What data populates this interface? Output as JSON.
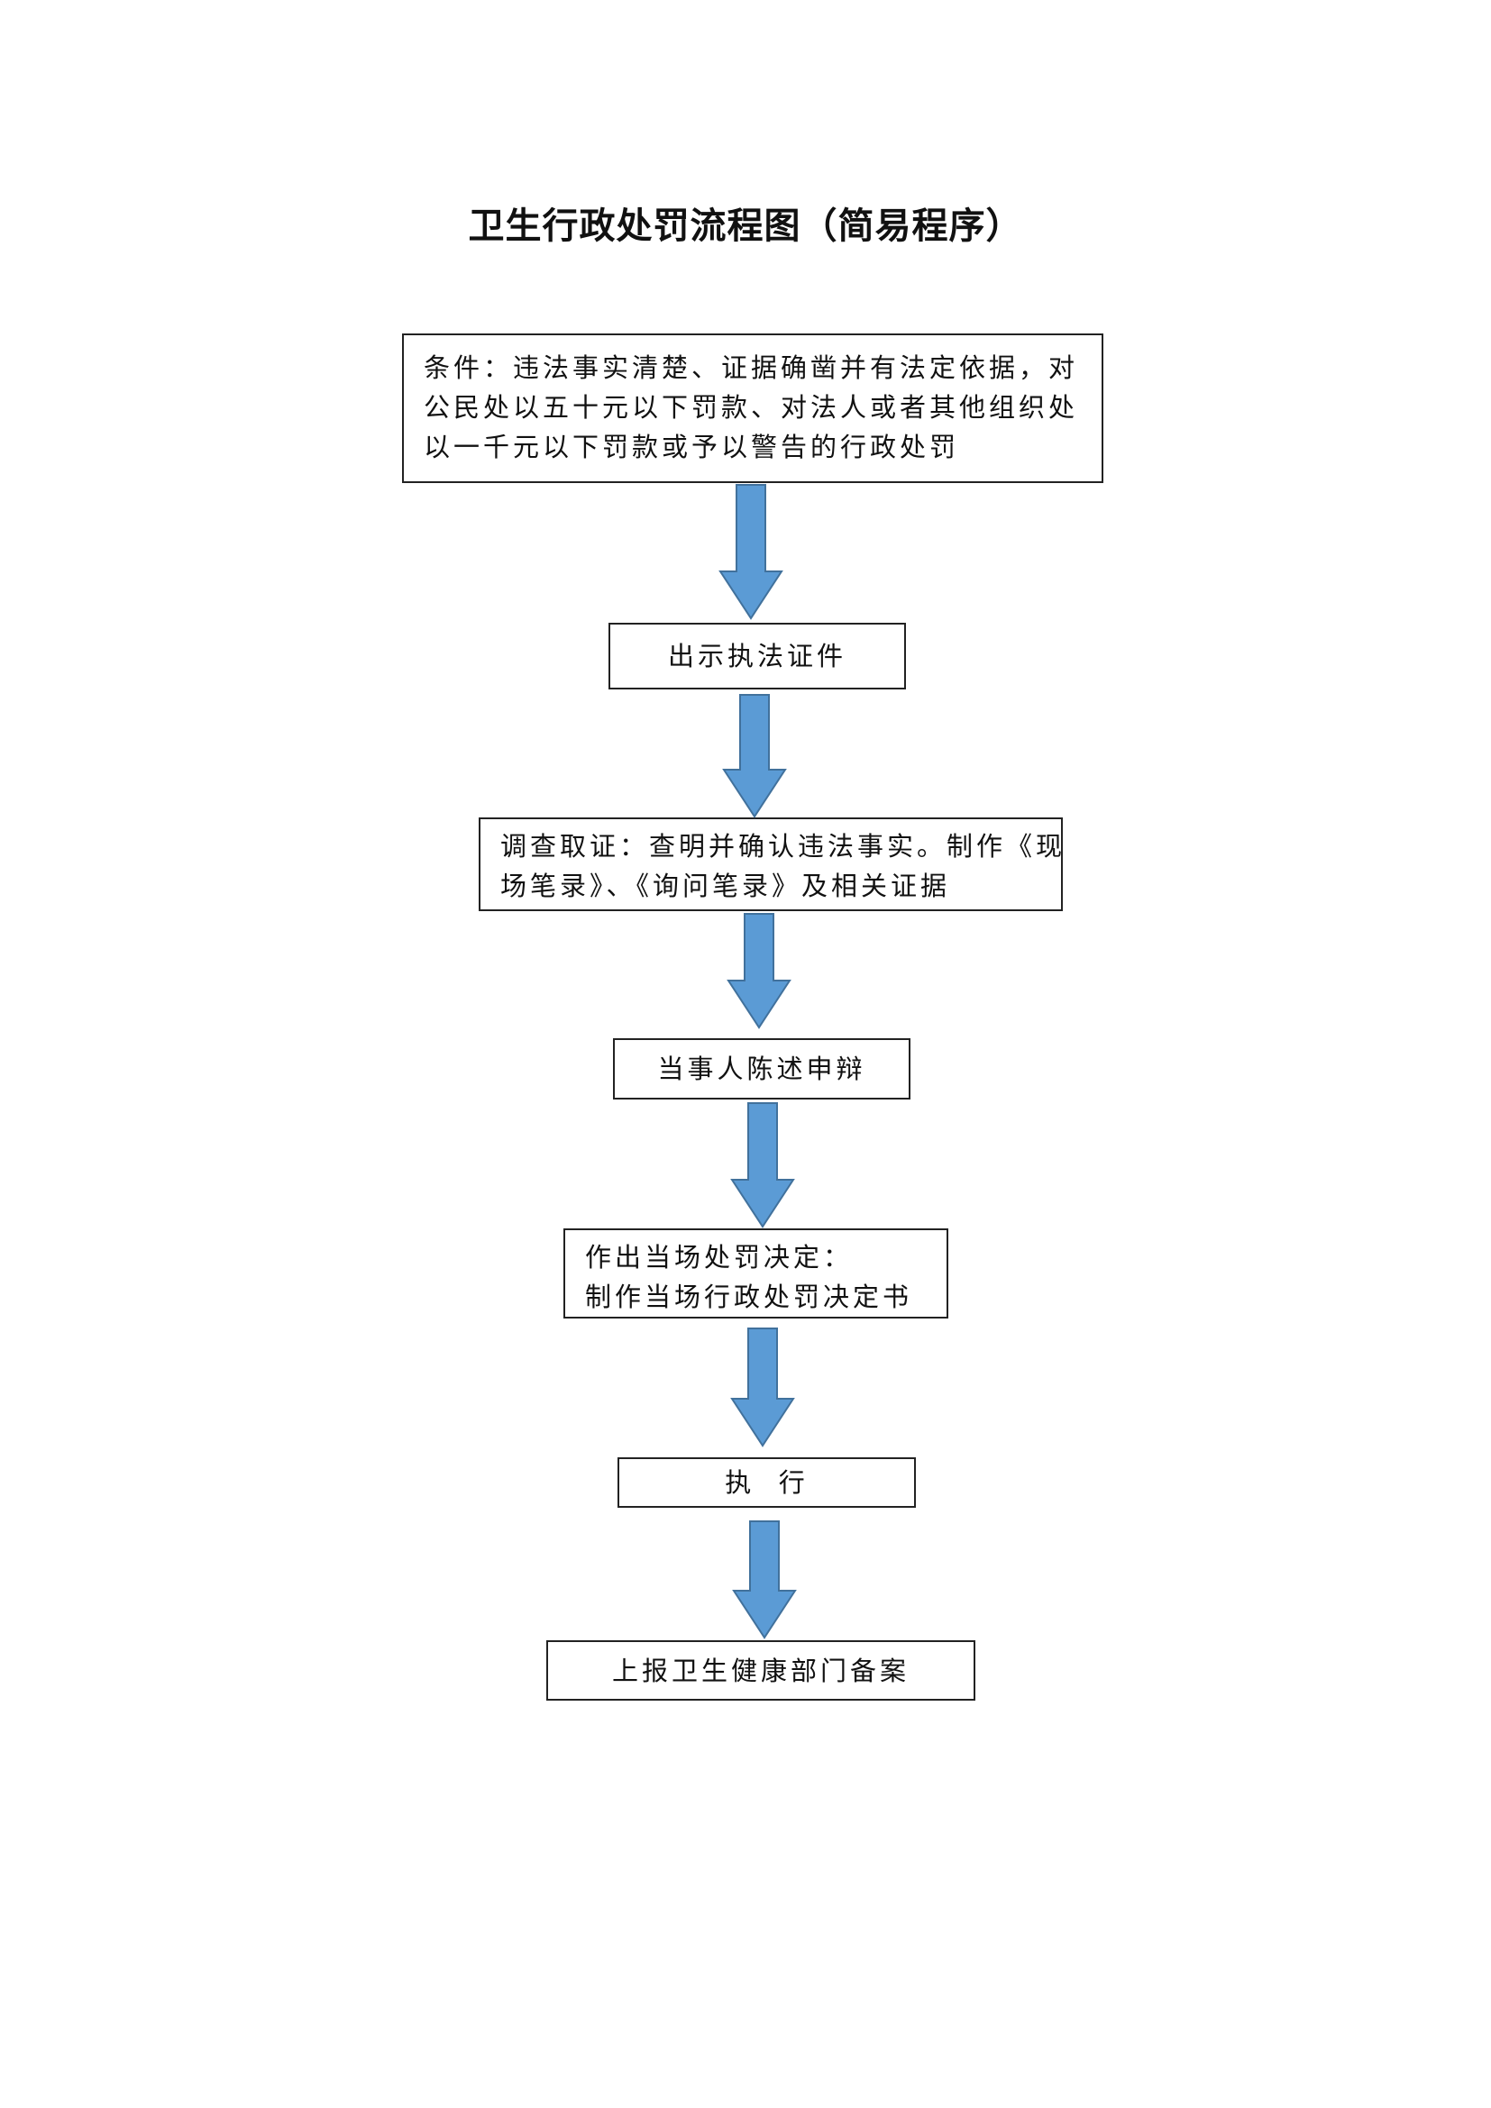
{
  "title": "卫生行政处罚流程图（简易程序）",
  "colors": {
    "arrow_fill": "#5b9bd5",
    "arrow_stroke": "#41719c",
    "box_border": "#222222"
  },
  "steps": [
    {
      "lines": [
        "条件：违法事实清楚、证据确凿并有法定依据，对",
        "公民处以五十元以下罚款、对法人或者其他组织处",
        "以一千元以下罚款或予以警告的行政处罚"
      ]
    },
    {
      "lines": [
        "出示执法证件"
      ]
    },
    {
      "lines": [
        "调查取证：查明并确认违法事实。制作《现",
        "场笔录》、《询问笔录》及相关证据"
      ]
    },
    {
      "lines": [
        "当事人陈述申辩"
      ]
    },
    {
      "lines": [
        "作出当场处罚决定：",
        "制作当场行政处罚决定书"
      ]
    },
    {
      "lines": [
        "执  行"
      ]
    },
    {
      "lines": [
        "上报卫生健康部门备案"
      ]
    }
  ]
}
